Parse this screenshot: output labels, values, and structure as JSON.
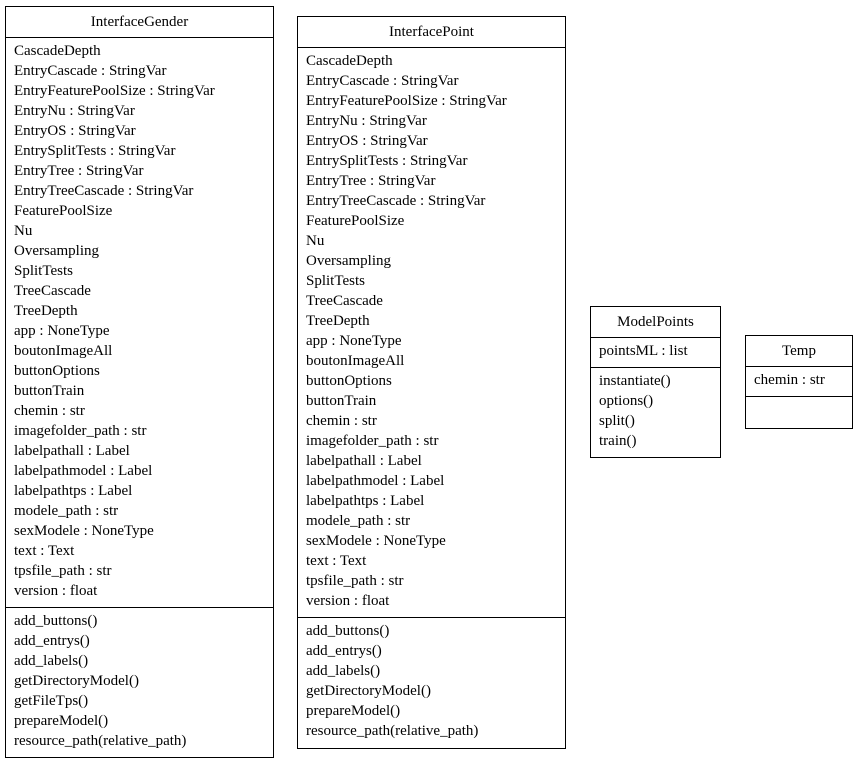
{
  "classes": [
    {
      "name": "InterfaceGender",
      "attributes": [
        "CascadeDepth",
        "EntryCascade : StringVar",
        "EntryFeaturePoolSize : StringVar",
        "EntryNu : StringVar",
        "EntryOS : StringVar",
        "EntrySplitTests : StringVar",
        "EntryTree : StringVar",
        "EntryTreeCascade : StringVar",
        "FeaturePoolSize",
        "Nu",
        "Oversampling",
        "SplitTests",
        "TreeCascade",
        "TreeDepth",
        "app : NoneType",
        "boutonImageAll",
        "buttonOptions",
        "buttonTrain",
        "chemin : str",
        "imagefolder_path : str",
        "labelpathall : Label",
        "labelpathmodel : Label",
        "labelpathtps : Label",
        "modele_path : str",
        "sexModele : NoneType",
        "text : Text",
        "tpsfile_path : str",
        "version : float"
      ],
      "methods": [
        "add_buttons()",
        "add_entrys()",
        "add_labels()",
        "getDirectoryModel()",
        "getFileTps()",
        "prepareModel()",
        "resource_path(relative_path)"
      ]
    },
    {
      "name": "InterfacePoint",
      "attributes": [
        "CascadeDepth",
        "EntryCascade : StringVar",
        "EntryFeaturePoolSize : StringVar",
        "EntryNu : StringVar",
        "EntryOS : StringVar",
        "EntrySplitTests : StringVar",
        "EntryTree : StringVar",
        "EntryTreeCascade : StringVar",
        "FeaturePoolSize",
        "Nu",
        "Oversampling",
        "SplitTests",
        "TreeCascade",
        "TreeDepth",
        "app : NoneType",
        "boutonImageAll",
        "buttonOptions",
        "buttonTrain",
        "chemin : str",
        "imagefolder_path : str",
        "labelpathall : Label",
        "labelpathmodel : Label",
        "labelpathtps : Label",
        "modele_path : str",
        "sexModele : NoneType",
        "text : Text",
        "tpsfile_path : str",
        "version : float"
      ],
      "methods": [
        "add_buttons()",
        "add_entrys()",
        "add_labels()",
        "getDirectoryModel()",
        "prepareModel()",
        "resource_path(relative_path)"
      ]
    },
    {
      "name": "ModelPoints",
      "attributes": [
        "pointsML : list"
      ],
      "methods": [
        "instantiate()",
        "options()",
        "split()",
        "train()"
      ]
    },
    {
      "name": "Temp",
      "attributes": [
        "chemin : str"
      ],
      "methods": []
    }
  ]
}
